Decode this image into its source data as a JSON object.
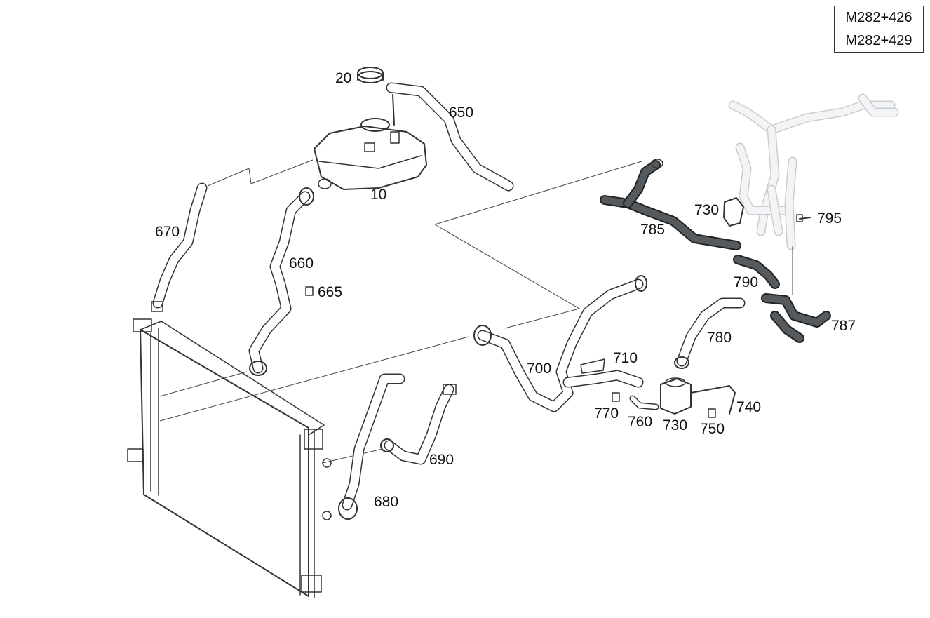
{
  "model_codes": [
    "M282+426",
    "M282+429"
  ],
  "callouts": {
    "c10": "10",
    "c20": "20",
    "c650": "650",
    "c660": "660",
    "c665": "665",
    "c670": "670",
    "c680": "680",
    "c690": "690",
    "c700": "700",
    "c710": "710",
    "c730a": "730",
    "c730b": "730",
    "c740": "740",
    "c750": "750",
    "c760": "760",
    "c770": "770",
    "c780": "780",
    "c785": "785",
    "c787": "787",
    "c790": "790",
    "c795": "795"
  },
  "colors": {
    "line": "#333333",
    "dark_hose": "#555a5f",
    "ghost_parts": "#c9cdd1"
  }
}
